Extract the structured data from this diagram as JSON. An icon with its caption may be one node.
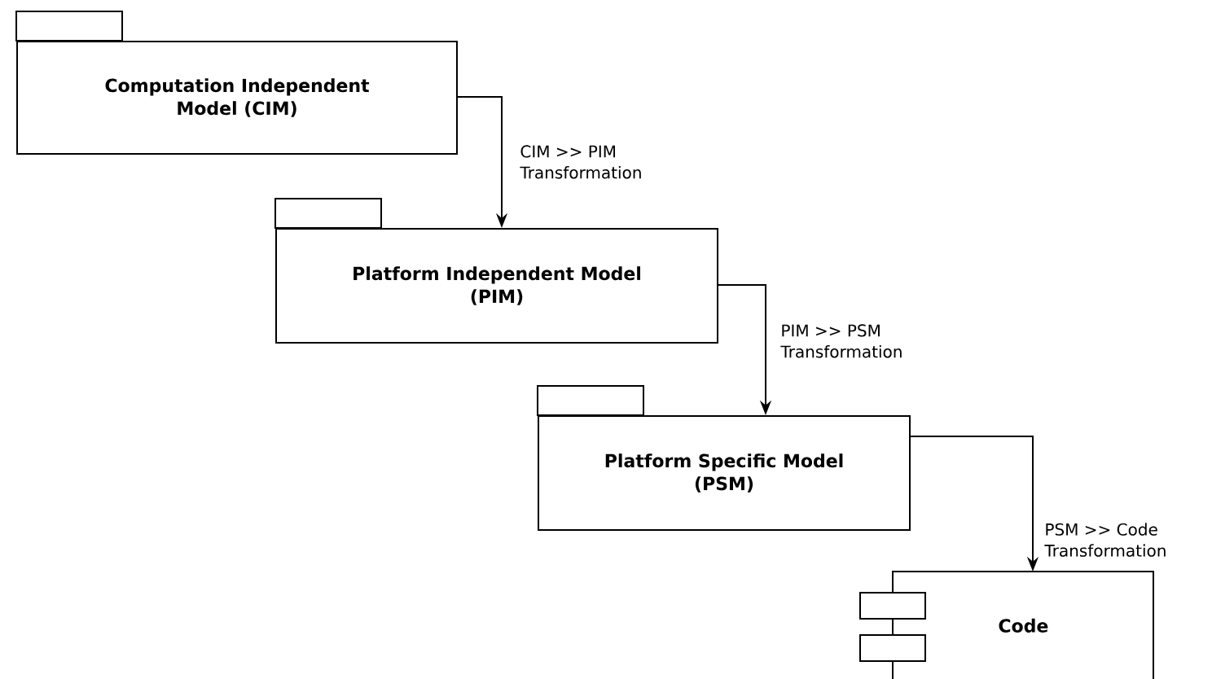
{
  "diagram": {
    "nodes": [
      {
        "text": [
          "Computation Independent Model (CIM)"
        ]
      },
      {
        "text": [
          "Platform Independent Model (PIM)"
        ]
      },
      {
        "text": [
          "Platform Specific Model (PSM)"
        ]
      },
      {
        "text": [
          "Code"
        ]
      }
    ],
    "edges": [
      {
        "from": 0,
        "to": 1,
        "arrow": "to",
        "label": "CIM >> PIM Transformation"
      },
      {
        "from": 1,
        "to": 2,
        "arrow": "to",
        "label": "PIM >> PSM Transformation"
      },
      {
        "from": 2,
        "to": 3,
        "arrow": "to",
        "label": "PSM >> Code Transformation"
      }
    ]
  }
}
